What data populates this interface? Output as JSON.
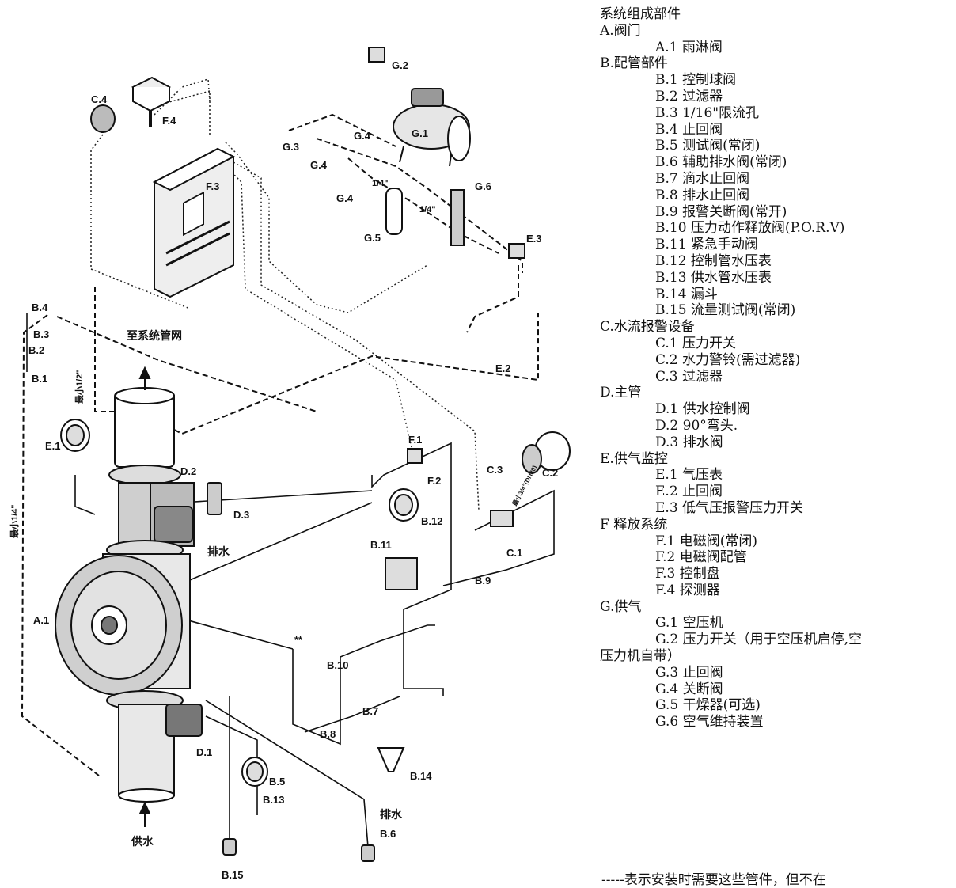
{
  "diagram": {
    "labels": {
      "g2": "G.2",
      "g1": "G.1",
      "g3": "G.3",
      "g4a": "G.4",
      "g4b": "G.4",
      "g4c": "G.4",
      "g5": "G.5",
      "g6": "G.6",
      "e3": "E.3",
      "e2": "E.2",
      "c4": "C.4",
      "f4": "F.4",
      "f3": "F.3",
      "b4": "B.4",
      "b3": "B.3",
      "b2": "B.2",
      "b1": "B.1",
      "e1": "E.1",
      "d2": "D.2",
      "d3": "D.3",
      "a1": "A.1",
      "d1": "D.1",
      "f1": "F.1",
      "f2": "F.2",
      "b12": "B.12",
      "b11": "B.11",
      "c3": "C.3",
      "c2": "C.2",
      "c1": "C.1",
      "b9": "B.9",
      "b10": "B.10",
      "b7": "B.7",
      "b8": "B.8",
      "b14": "B.14",
      "b5": "B.5",
      "b13": "B.13",
      "b6": "B.6",
      "b15": "B.15",
      "stars": "**",
      "pipe_q1": "1/4\"",
      "pipe_q2": "1/4\"",
      "to_system": "至系统管网",
      "min_half": "最小1/2\"",
      "min_quarter": "最小1/4\"",
      "min_c": "最小3/4\"(DN20)",
      "drain1": "排水",
      "drain2": "排水",
      "supply": "供水"
    }
  },
  "legend": {
    "title": "系统组成部件",
    "groups": [
      {
        "name": "A.阀门",
        "items": [
          "A.1  雨淋阀"
        ]
      },
      {
        "name": "B.配管部件",
        "items": [
          "B.1  控制球阀",
          "B.2  过滤器",
          "B.3  1/16\"限流孔",
          "B.4  止回阀",
          "B.5  测试阀(常闭)",
          "B.6  辅助排水阀(常闭)",
          "B.7  滴水止回阀",
          "B.8  排水止回阀",
          "B.9  报警关断阀(常开)",
          "B.10  压力动作释放阀(P.O.R.V)",
          "B.11  紧急手动阀",
          "B.12  控制管水压表",
          "B.13  供水管水压表",
          "B.14  漏斗",
          "B.15  流量测试阀(常闭)"
        ]
      },
      {
        "name": "C.水流报警设备",
        "items": [
          "C.1  压力开关",
          "C.2  水力警铃(需过滤器)",
          "C.3  过滤器"
        ]
      },
      {
        "name": "D.主管",
        "items": [
          "D.1  供水控制阀",
          "D.2  90°弯头.",
          "D.3  排水阀"
        ]
      },
      {
        "name": "E.供气监控",
        "items": [
          "E.1  气压表",
          "E.2  止回阀",
          "E.3  低气压报警压力开关"
        ]
      },
      {
        "name": "F 释放系统",
        "items": [
          "F.1  电磁阀(常闭)",
          "F.2  电磁阀配管",
          "F.3  控制盘",
          "F.4  探测器"
        ]
      },
      {
        "name": "G.供气",
        "items": [
          "G.1  空压机",
          "G.2  压力开关（用于空压机启停,空",
          "G.3  止回阀",
          "G.4  关断阀",
          "G.5  干燥器(可选)",
          "G.6  空气维持装置"
        ]
      }
    ],
    "g2_wrap": "压力机自带）",
    "footer": "-----表示安装时需要这些管件，但不在"
  }
}
